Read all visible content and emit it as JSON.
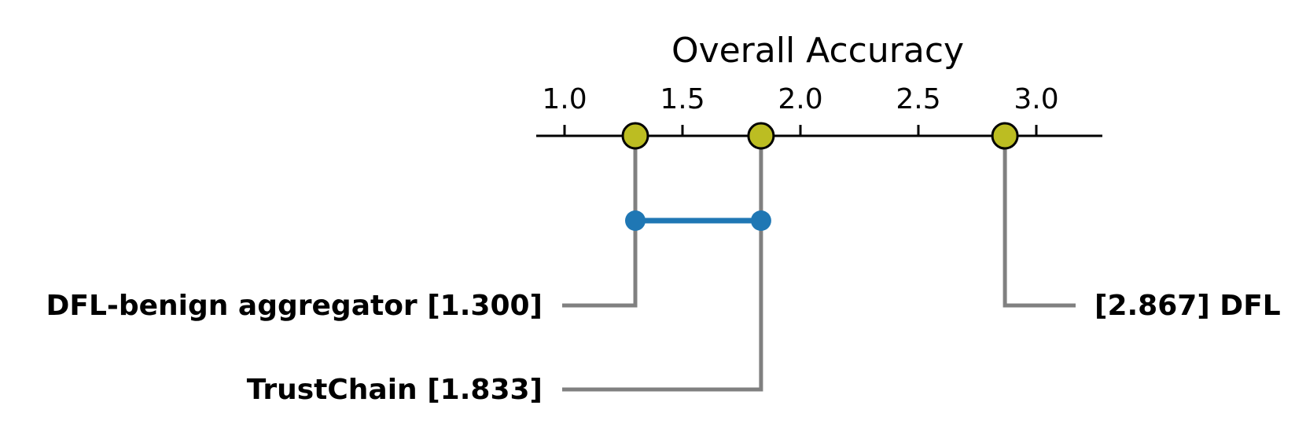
{
  "chart_data": {
    "type": "critical-difference",
    "title": "Overall Accuracy",
    "axis": {
      "ticks": [
        1.0,
        1.5,
        2.0,
        2.5,
        3.0
      ],
      "tick_labels": [
        "1.0",
        "1.5",
        "2.0",
        "2.5",
        "3.0"
      ],
      "range": [
        0.88,
        3.28
      ]
    },
    "methods": [
      {
        "name": "DFL-benign aggregator",
        "rank": 1.3,
        "label": "DFL-benign aggregator [1.300]",
        "side": "left"
      },
      {
        "name": "TrustChain",
        "rank": 1.833,
        "label": "TrustChain [1.833]",
        "side": "left"
      },
      {
        "name": "DFL",
        "rank": 2.867,
        "label": "[2.867] DFL",
        "side": "right"
      }
    ],
    "cliques": [
      {
        "from": 1.3,
        "to": 1.833
      }
    ]
  },
  "colors": {
    "marker": "#bcbd22",
    "clique": "#1f77b4",
    "connector": "#808080",
    "axis": "#000000"
  }
}
